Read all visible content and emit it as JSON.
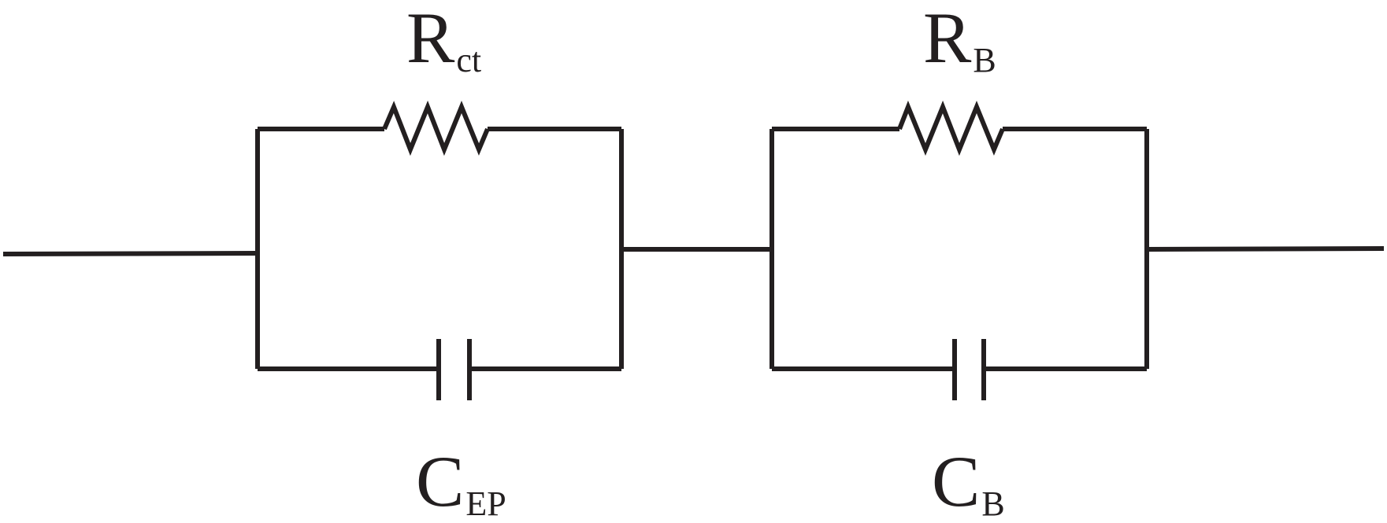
{
  "components": [
    {
      "id": "rct",
      "symbol": "R",
      "subscript": "ct",
      "kind": "resistor"
    },
    {
      "id": "rb",
      "symbol": "R",
      "subscript": "B",
      "kind": "resistor"
    },
    {
      "id": "cep",
      "symbol": "C",
      "subscript": "EP",
      "kind": "capacitor"
    },
    {
      "id": "cb",
      "symbol": "C",
      "subscript": "B",
      "kind": "capacitor"
    }
  ],
  "colors": {
    "stroke": "#231f20",
    "background": "#ffffff"
  }
}
